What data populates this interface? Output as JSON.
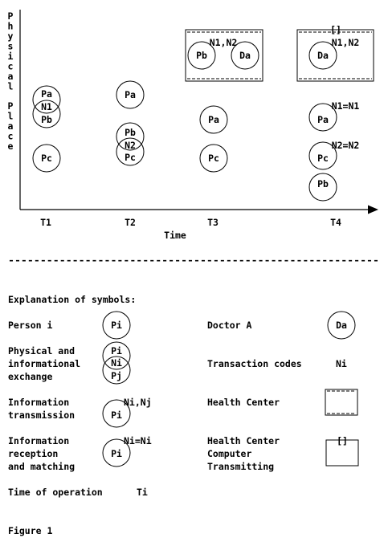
{
  "axis": {
    "y_label": "Physical Place",
    "x_label": "Time",
    "ticks": [
      "T1",
      "T2",
      "T3",
      "T4"
    ]
  },
  "nodes": {
    "t1": {
      "pa": "Pa",
      "n1": "N1",
      "pb": "Pb",
      "pc": "Pc"
    },
    "t2": {
      "pa": "Pa",
      "pb": "Pb",
      "n2": "N2",
      "pc": "Pc"
    },
    "t3": {
      "box_label": "N1,N2",
      "pb": "Pb",
      "da": "Da",
      "pa": "Pa",
      "pc": "Pc"
    },
    "t4": {
      "computer_mark": "[]",
      "box_label": "N1,N2",
      "da": "Da",
      "match1": "N1=N1",
      "pa": "Pa",
      "match2": "N2=N2",
      "pc": "Pc",
      "pb": "Pb"
    }
  },
  "divider": "----------------------------------------------------------",
  "legend": {
    "heading": "Explanation of symbols:",
    "person": {
      "label": "Person i",
      "symbol": "Pi"
    },
    "doctor": {
      "label": "Doctor A",
      "symbol": "Da"
    },
    "exchange": {
      "label_lines": [
        "Physical and",
        "informational",
        "exchange"
      ],
      "top": "Pi",
      "mid": "Ni",
      "bottom": "Pj"
    },
    "codes": {
      "label": "Transaction codes",
      "symbol": "Ni"
    },
    "transmission": {
      "label_lines": [
        "Information",
        "transmission"
      ],
      "code": "Ni,Nj",
      "symbol": "Pi"
    },
    "health_center": {
      "label": "Health Center"
    },
    "reception": {
      "label_lines": [
        "Information",
        "reception",
        "and matching"
      ],
      "code": "Ni=Ni",
      "symbol": "Pi"
    },
    "hc_computer": {
      "label_lines": [
        "Health Center",
        "Computer",
        "Transmitting"
      ],
      "mark": "[]"
    },
    "time_op": {
      "label": "Time of operation",
      "symbol": "Ti"
    }
  },
  "caption": "Figure 1"
}
